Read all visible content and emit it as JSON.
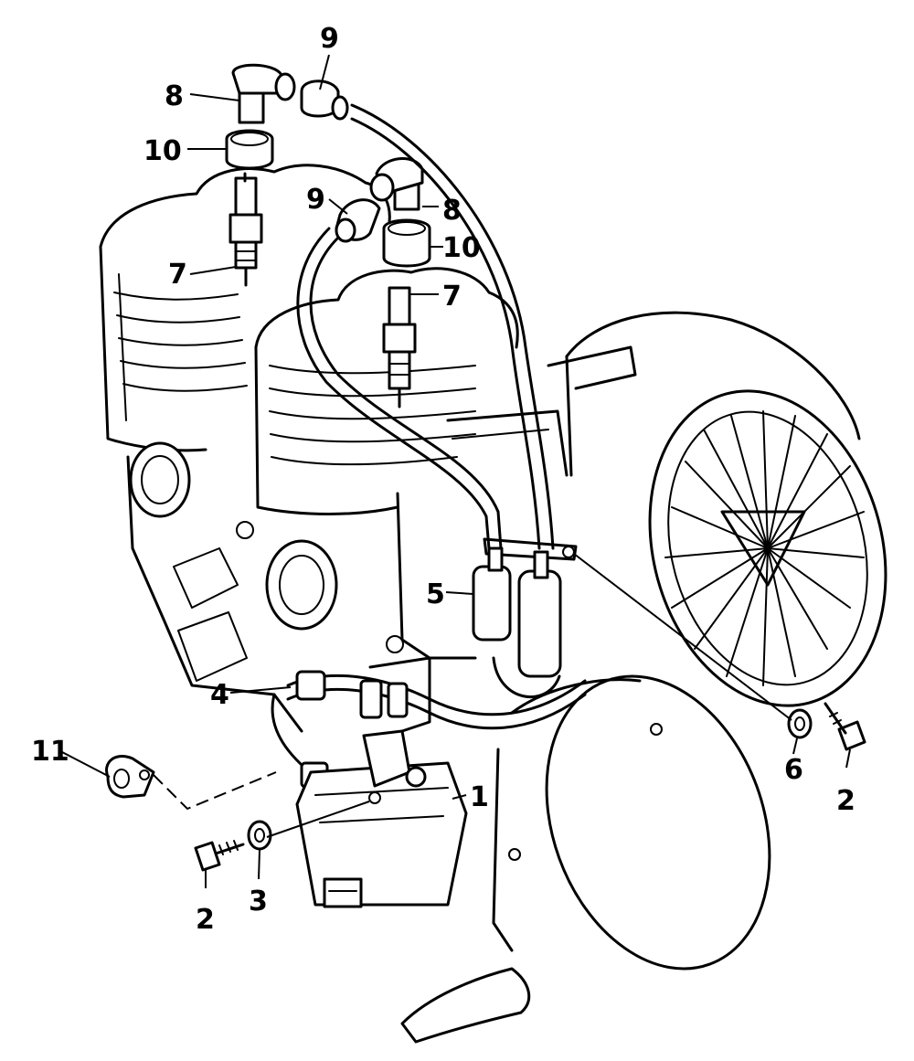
{
  "callouts": [
    {
      "id": "c9a",
      "text": "9"
    },
    {
      "id": "c8a",
      "text": "8"
    },
    {
      "id": "c10a",
      "text": "10"
    },
    {
      "id": "c9b",
      "text": "9"
    },
    {
      "id": "c8b",
      "text": "8"
    },
    {
      "id": "c10b",
      "text": "10"
    },
    {
      "id": "c7a",
      "text": "7"
    },
    {
      "id": "c7b",
      "text": "7"
    },
    {
      "id": "c5",
      "text": "5"
    },
    {
      "id": "c4",
      "text": "4"
    },
    {
      "id": "c11",
      "text": "11"
    },
    {
      "id": "c1",
      "text": "1"
    },
    {
      "id": "c6",
      "text": "6"
    },
    {
      "id": "c2a",
      "text": "2"
    },
    {
      "id": "c2b",
      "text": "2"
    },
    {
      "id": "c3",
      "text": "3"
    }
  ]
}
